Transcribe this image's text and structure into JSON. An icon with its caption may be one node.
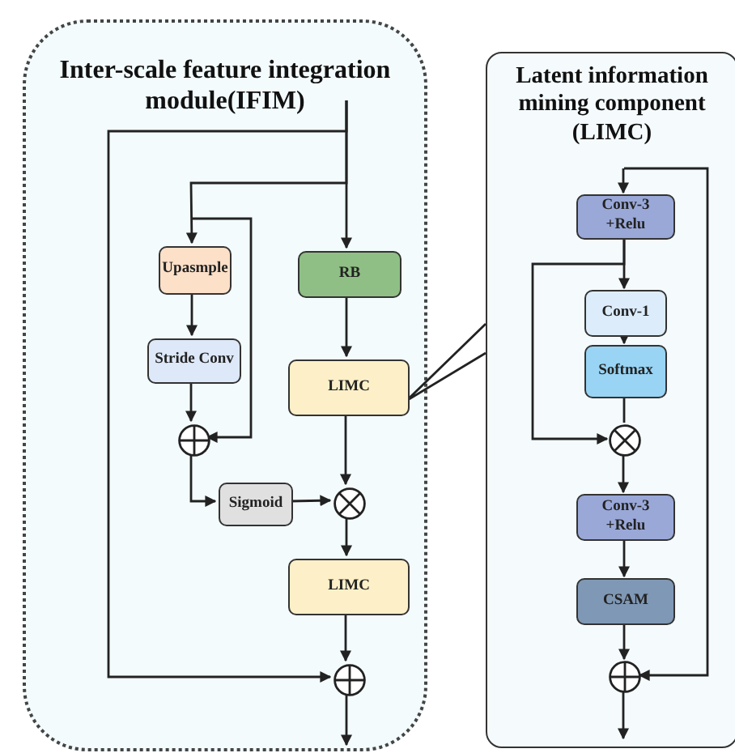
{
  "diagram": {
    "nodes": [
      {
        "text": [
          "Inter-scale feature integration module(IFIM)"
        ]
      },
      {
        "text": [
          "Upasmple"
        ],
        "in": 0
      },
      {
        "text": [
          "Stride Conv"
        ],
        "in": 0
      },
      {
        "text": [
          "RB"
        ],
        "in": 0
      },
      {
        "text": [
          "LIMC"
        ],
        "in": 0
      },
      {
        "text": [],
        "shape": "circle",
        "in": 0
      },
      {
        "text": [
          "Sigmoid"
        ],
        "in": 0
      },
      {
        "text": [],
        "shape": "circle",
        "in": 0
      },
      {
        "text": [
          "LIMC"
        ],
        "in": 0
      },
      {
        "text": [],
        "shape": "circle",
        "in": 0
      },
      {
        "text": [
          "Latent information mining component (LIMC)"
        ]
      },
      {
        "text": [
          "Conv-3 +Relu"
        ],
        "in": 10
      },
      {
        "text": [
          "Conv-1"
        ],
        "in": 10
      },
      {
        "text": [
          "Softmax"
        ],
        "in": 10
      },
      {
        "text": [],
        "shape": "circle",
        "in": 10
      },
      {
        "text": [
          "Conv-3 +Relu"
        ],
        "in": 10
      },
      {
        "text": [
          "CSAM"
        ],
        "in": 10
      },
      {
        "text": [],
        "shape": "circle",
        "in": 10
      }
    ],
    "edges": [
      {
        "from": null,
        "to": 3,
        "arrow": "to"
      },
      {
        "from": null,
        "to": 1,
        "arrow": "to"
      },
      {
        "from": null,
        "to": 9,
        "arrow": "to"
      },
      {
        "from": null,
        "to": 5,
        "arrow": "to"
      },
      {
        "from": 1,
        "to": 2,
        "arrow": "to"
      },
      {
        "from": 2,
        "to": 5,
        "arrow": "to"
      },
      {
        "from": 5,
        "to": 6,
        "arrow": "to"
      },
      {
        "from": 6,
        "to": 7,
        "arrow": "to"
      },
      {
        "from": 3,
        "to": 4,
        "arrow": "to"
      },
      {
        "from": 4,
        "to": 7,
        "arrow": "to"
      },
      {
        "from": 7,
        "to": 8,
        "arrow": "to"
      },
      {
        "from": 8,
        "to": 9,
        "arrow": "to"
      },
      {
        "from": 9,
        "to": null,
        "arrow": "to"
      },
      {
        "from": 4,
        "to": 10,
        "arrow": "none"
      },
      {
        "from": null,
        "to": 11,
        "arrow": "to"
      },
      {
        "from": 11,
        "to": 12,
        "arrow": "to"
      },
      {
        "from": 12,
        "to": 13,
        "arrow": "to"
      },
      {
        "from": 13,
        "to": 14,
        "arrow": "none"
      },
      {
        "from": 11,
        "to": 14,
        "arrow": "to"
      },
      {
        "from": 14,
        "to": 15,
        "arrow": "to"
      },
      {
        "from": 15,
        "to": 16,
        "arrow": "to"
      },
      {
        "from": 16,
        "to": 17,
        "arrow": "to"
      },
      {
        "from": null,
        "to": 17,
        "arrow": "to"
      },
      {
        "from": 17,
        "to": null,
        "arrow": "to"
      }
    ]
  }
}
